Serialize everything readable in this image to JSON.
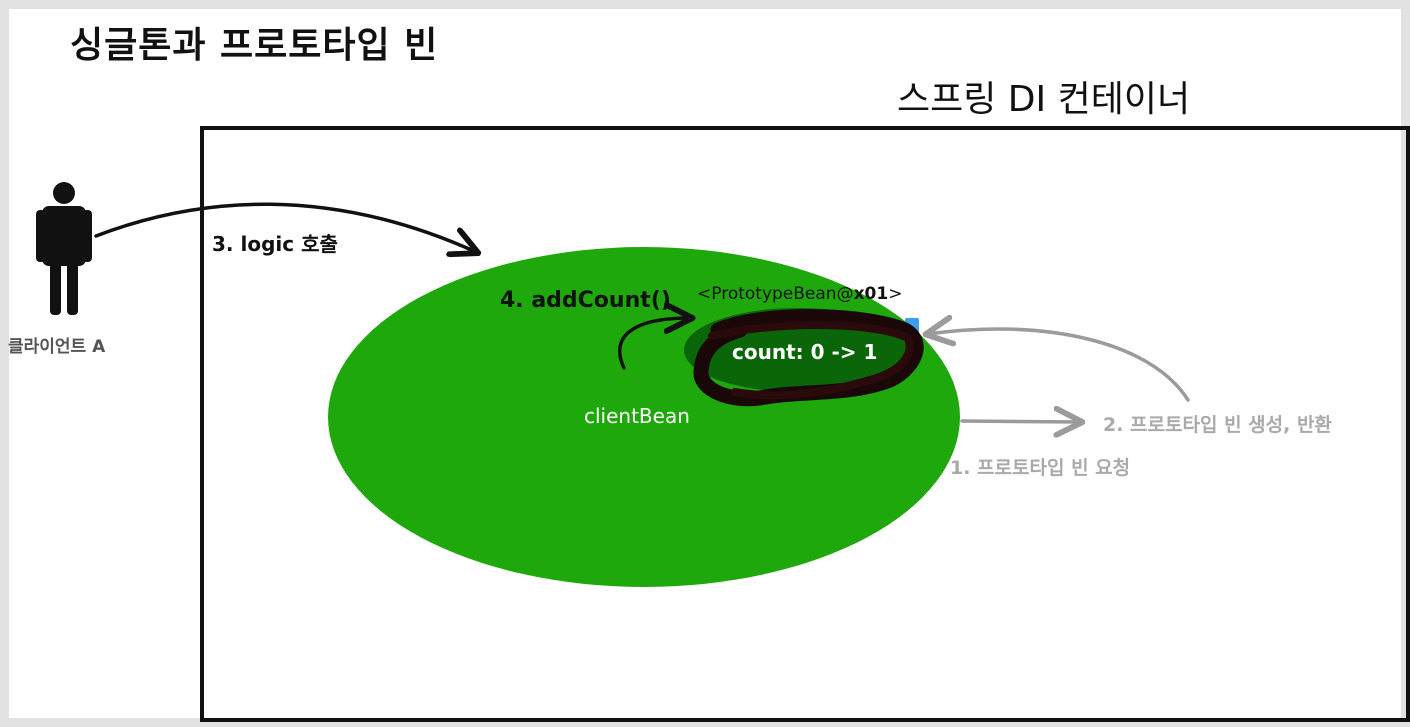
{
  "title": "싱글톤과 프로토타입 빈",
  "container": {
    "label": "스프링 DI 컨테이너"
  },
  "client": {
    "label": "클라이언트 A"
  },
  "arrows": {
    "logic_call": "3. logic 호출",
    "add_count": "4. addCount()",
    "step2": "2. 프로토타입 빈 생성, 반환",
    "step1": "1. 프로토타입 빈 요청"
  },
  "client_bean": {
    "label": "clientBean"
  },
  "prototype_bean": {
    "label_prefix": "<PrototypeBean@",
    "label_id": "x01",
    "label_suffix": ">",
    "count_text": "count: 0 -> 1"
  },
  "colors": {
    "bean_green": "#1fa80b",
    "inner_green": "#0a6608",
    "scribble": "#1a0808",
    "arrow_dark": "#111111",
    "arrow_gray": "#9b9b9b",
    "accent_blue": "#3aa0e8"
  }
}
